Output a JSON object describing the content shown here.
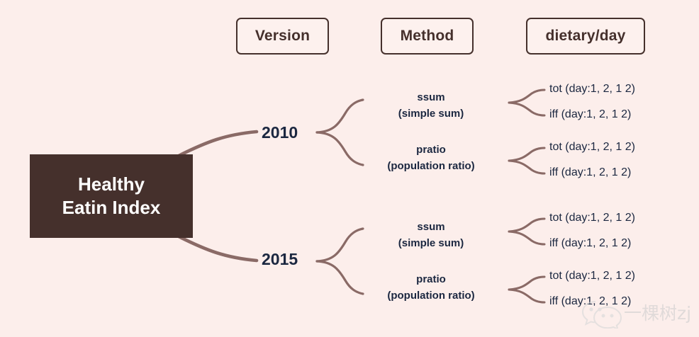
{
  "canvas": {
    "background_color": "#fceeeb",
    "node_color": "#45302c",
    "link_color": "#8a6a66",
    "text_color": "#1b2740"
  },
  "headers": [
    {
      "id": "version",
      "label": "Version"
    },
    {
      "id": "method",
      "label": "Method"
    },
    {
      "id": "dietary",
      "label": "dietary/day"
    }
  ],
  "root": {
    "line1": "Healthy",
    "line2": "Eatin Index"
  },
  "versions": [
    {
      "label": "2010",
      "methods": [
        {
          "name": "ssum",
          "detail": "(simple sum)",
          "leaves": [
            {
              "label": "tot (day:1, 2, 1 2)"
            },
            {
              "label": "iff (day:1, 2, 1 2)"
            }
          ]
        },
        {
          "name": "pratio",
          "detail": "(population ratio)",
          "leaves": [
            {
              "label": "tot (day:1, 2, 1 2)"
            },
            {
              "label": "iff (day:1, 2, 1 2)"
            }
          ]
        }
      ]
    },
    {
      "label": "2015",
      "methods": [
        {
          "name": "ssum",
          "detail": "(simple sum)",
          "leaves": [
            {
              "label": "tot (day:1, 2, 1 2)"
            },
            {
              "label": "iff (day:1, 2, 1 2)"
            }
          ]
        },
        {
          "name": "pratio",
          "detail": "(population ratio)",
          "leaves": [
            {
              "label": "tot (day:1, 2, 1 2)"
            },
            {
              "label": "iff (day:1, 2, 1 2)"
            }
          ]
        }
      ]
    }
  ],
  "leaf_rows": [
    {
      "id": "l1",
      "label": "tot (day:1, 2, 1 2)"
    },
    {
      "id": "l2",
      "label": "iff (day:1, 2, 1 2)"
    },
    {
      "id": "l3",
      "label": "tot (day:1, 2, 1 2)"
    },
    {
      "id": "l4",
      "label": "iff (day:1, 2, 1 2)"
    },
    {
      "id": "l5",
      "label": "tot (day:1, 2, 1 2)"
    },
    {
      "id": "l6",
      "label": "iff (day:1, 2, 1 2)"
    },
    {
      "id": "l7",
      "label": "tot (day:1, 2, 1 2)"
    },
    {
      "id": "l8",
      "label": "iff (day:1, 2, 1 2)"
    }
  ],
  "watermark": {
    "icon": "wechat-icon",
    "text": "一棵树zj"
  }
}
